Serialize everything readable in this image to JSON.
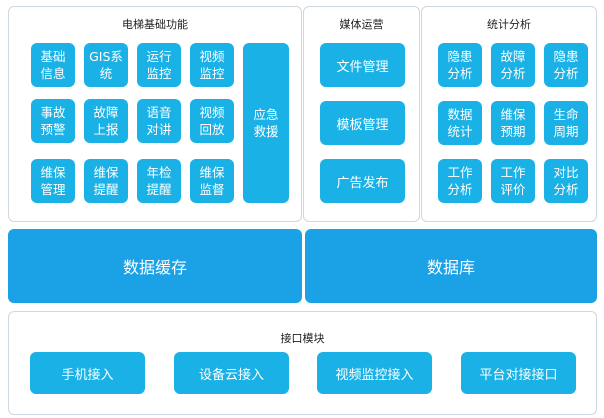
{
  "elevator_panel": {
    "title": "电梯基础功能",
    "rows": [
      [
        "基础\n信息",
        "GIS系\n统",
        "运行\n监控",
        "视频\n监控"
      ],
      [
        "事故\n预警",
        "故障\n上报",
        "语音\n对讲",
        "视频\n回放"
      ],
      [
        "维保\n管理",
        "维保\n提醒",
        "年检\n提醒",
        "维保\n监督"
      ]
    ],
    "emergency": "应急\n救援"
  },
  "media_panel": {
    "title": "媒体运营",
    "items": [
      "文件管理",
      "模板管理",
      "广告发布"
    ]
  },
  "stats_panel": {
    "title": "统计分析",
    "rows": [
      [
        "隐患\n分析",
        "故障\n分析",
        "隐患\n分析"
      ],
      [
        "数据\n统计",
        "维保\n预期",
        "生命\n周期"
      ],
      [
        "工作\n分析",
        "工作\n评价",
        "对比\n分析"
      ]
    ]
  },
  "data_layer": {
    "cache": "数据缓存",
    "database": "数据库"
  },
  "interface_panel": {
    "title": "接口模块",
    "items": [
      "手机接入",
      "设备云接入",
      "视频监控接入",
      "平台对接接口"
    ]
  },
  "colors": {
    "tile": "#1ab1e6",
    "band": "#1aa1e6",
    "panel_border": "#cfd8df"
  }
}
